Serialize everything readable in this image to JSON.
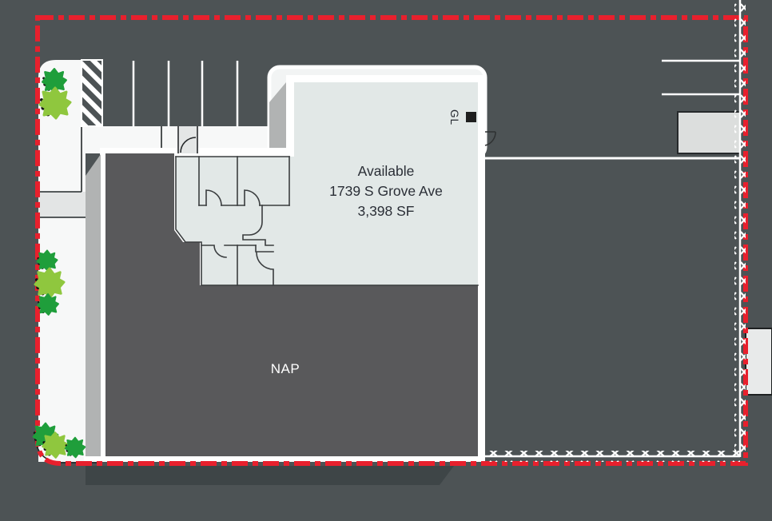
{
  "site_plan": {
    "available_suite": {
      "title": "Available",
      "address": "1739 S Grove Ave",
      "area": "3,398 SF"
    },
    "nap_label": "NAP",
    "gl_label": "GL",
    "colors": {
      "background": "#4d5355",
      "property_line_red": "#e8202d",
      "available_fill": "#e2e8e7",
      "canopy_fill": "#f2f4f4",
      "nap_fill": "#59595b",
      "building_shadow": "#3e4547",
      "shadow_gray": "#b1b3b3",
      "sidewalk": "#f7f8f8",
      "tree_dark_green": "#1f9e3b",
      "tree_light_green": "#8fc73e",
      "fence_white": "#ffffff"
    }
  }
}
